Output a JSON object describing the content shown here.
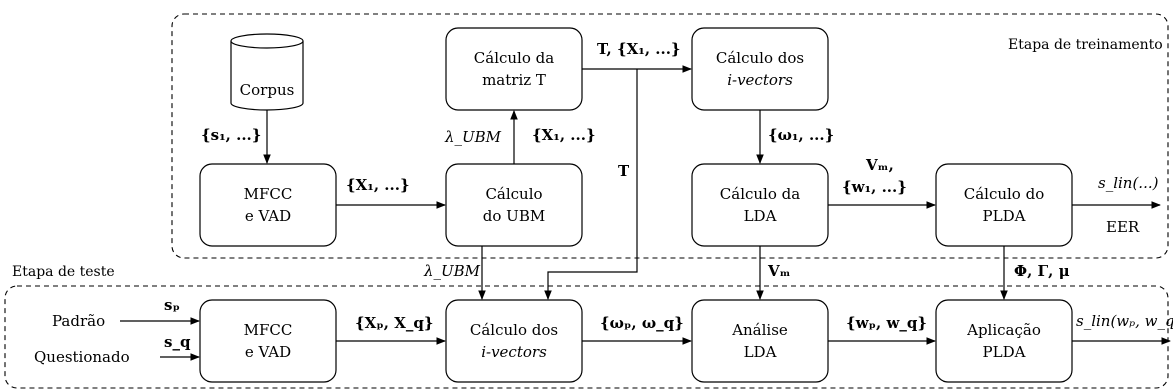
{
  "sections": {
    "training": "Etapa de treinamento",
    "test": "Etapa de teste"
  },
  "boxes": {
    "corpus": "Corpus",
    "mfcc_train": [
      "MFCC",
      "e VAD"
    ],
    "ubm": [
      "Cálculo",
      "do UBM"
    ],
    "matrix_t": [
      "Cálculo da",
      "matriz T"
    ],
    "ivectors_train": [
      "Cálculo dos",
      "i-vectors"
    ],
    "lda_train": [
      "Cálculo da",
      "LDA"
    ],
    "plda_train": [
      "Cálculo do",
      "PLDA"
    ],
    "mfcc_test": [
      "MFCC",
      "e VAD"
    ],
    "ivectors_test": [
      "Cálculo dos",
      "i-vectors"
    ],
    "lda_test": [
      "Análise",
      "LDA"
    ],
    "plda_test": [
      "Aplicação",
      "PLDA"
    ]
  },
  "inputs": {
    "padrao": "Padrão",
    "questionado": "Questionado"
  },
  "labels": {
    "s1": "{s₁, ...}",
    "x1_mfcc_ubm": "{X₁, ...}",
    "lambda_up": "λ_UBM",
    "x1_up": "{X₁, ...}",
    "t_x1": "T, {X₁, ...}",
    "t_down": "T",
    "omega1": "{ω₁, ...}",
    "vm_w1_a": "Vₘ,",
    "vm_w1_b": "{w₁, ...}",
    "slin_dots": "s_lin(...)",
    "eer": "EER",
    "lambda_down": "λ_UBM",
    "vm_down": "Vₘ",
    "phi_gamma_mu": "Φ, Γ, μ",
    "sp": "sₚ",
    "sq": "s_q",
    "xp_xq": "{Xₚ, X_q}",
    "omega_pq": "{ωₚ, ω_q}",
    "w_pq": "{wₚ, w_q}",
    "slin_wpq": "s_lin(wₚ, w_q)"
  }
}
